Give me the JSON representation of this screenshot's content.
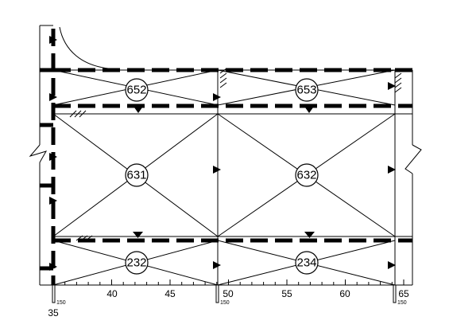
{
  "panels": [
    {
      "id": "652"
    },
    {
      "id": "653"
    },
    {
      "id": "631"
    },
    {
      "id": "632"
    },
    {
      "id": "232"
    },
    {
      "id": "234"
    }
  ],
  "scale": {
    "labels": [
      "35",
      "40",
      "45",
      "50",
      "55",
      "60",
      "65"
    ],
    "marker_label": "150"
  }
}
